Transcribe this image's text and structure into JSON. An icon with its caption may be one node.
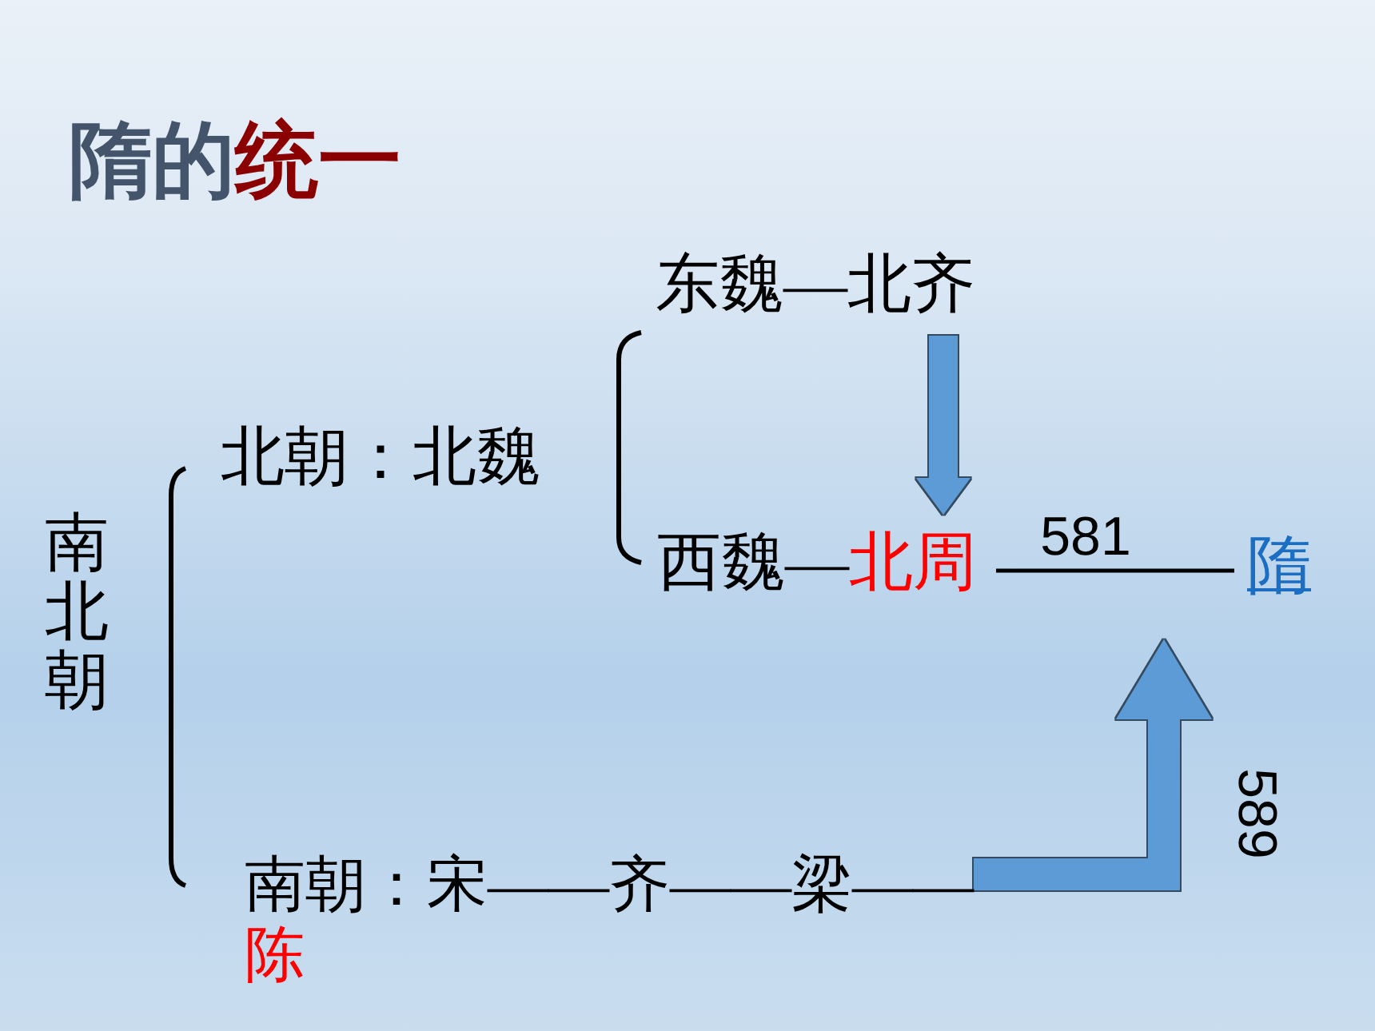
{
  "diagram": {
    "title": "隋的统一",
    "nodes": [
      {
        "text": [
          "南北朝"
        ]
      },
      {
        "text": [
          "北朝：北魏"
        ]
      },
      {
        "text": [
          "东魏—北齐"
        ]
      },
      {
        "text": [
          "西魏—",
          "北周"
        ]
      },
      {
        "text": [
          "隋"
        ]
      },
      {
        "text": [
          "南朝：宋——齐——梁——",
          "陈"
        ]
      }
    ],
    "edges": [
      {
        "from": 2,
        "to": 3,
        "arrow": "to",
        "color": "#5b9bd5"
      },
      {
        "from": 3,
        "to": 4,
        "arrow": "none",
        "label": "581",
        "color": "#000000"
      },
      {
        "from": 5,
        "to": 4,
        "arrow": "to",
        "color": "#5b9bd5",
        "label": "589"
      }
    ]
  }
}
